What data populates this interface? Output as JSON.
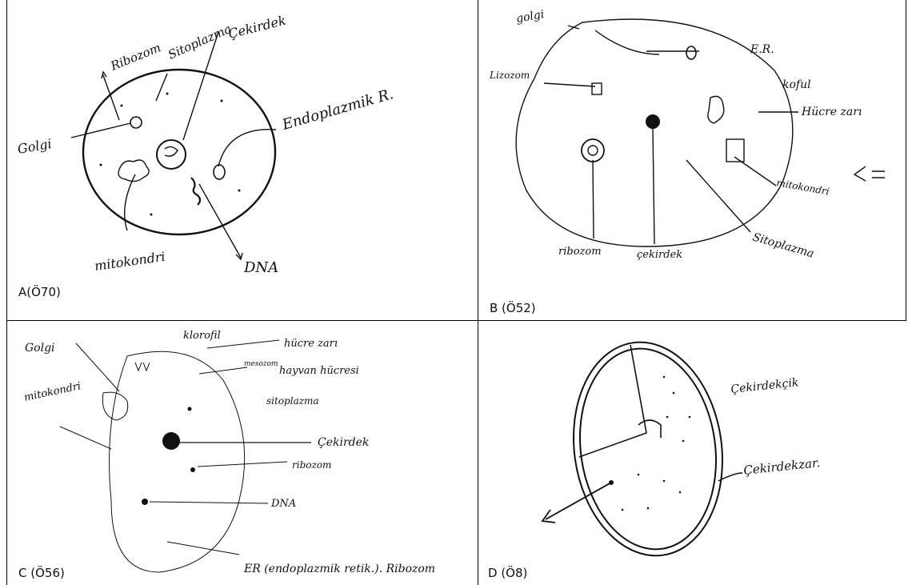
{
  "panels": [
    {
      "caption": "A(Ö70)",
      "labels": {
        "ribozom": "Ribozom",
        "sitoplazma": "Sitoplazma",
        "cekirdek": "Çekirdek",
        "endoplazmik": "Endoplazmik R.",
        "golgi": "Golgi",
        "mitokondri": "mitokondri",
        "dna": "DNA"
      }
    },
    {
      "caption": "B (Ö52)",
      "labels": {
        "golgi": "golgi",
        "er": "E.R.",
        "lizozom": "Lizozom",
        "koful": "koful",
        "hucre_zari": "Hücre zarı",
        "mitokondri": "mitokondri",
        "ribozom": "ribozom",
        "cekirdek": "çekirdek",
        "sitoplazma": "Sitoplazma"
      }
    },
    {
      "caption": "C (Ö56)",
      "labels": {
        "golgi": "Golgi",
        "kloroplast": "klorofil",
        "hucre_zari": "hücre zarı",
        "mesozom": "mesozom",
        "hayvan_hucresi": "hayvan hücresi",
        "mitokondri": "mitokondri",
        "sitoplazma": "sitoplazma",
        "cekirdek": "Çekirdek",
        "ribozom": "ribozom",
        "dna": "DNA",
        "er": "ER (endoplazmik retik.). Ribozom"
      }
    },
    {
      "caption": "D (Ö8)",
      "labels": {
        "cekirdekcik": "Çekirdekçik",
        "cekirdekzar": "Çekirdekzar."
      }
    }
  ]
}
